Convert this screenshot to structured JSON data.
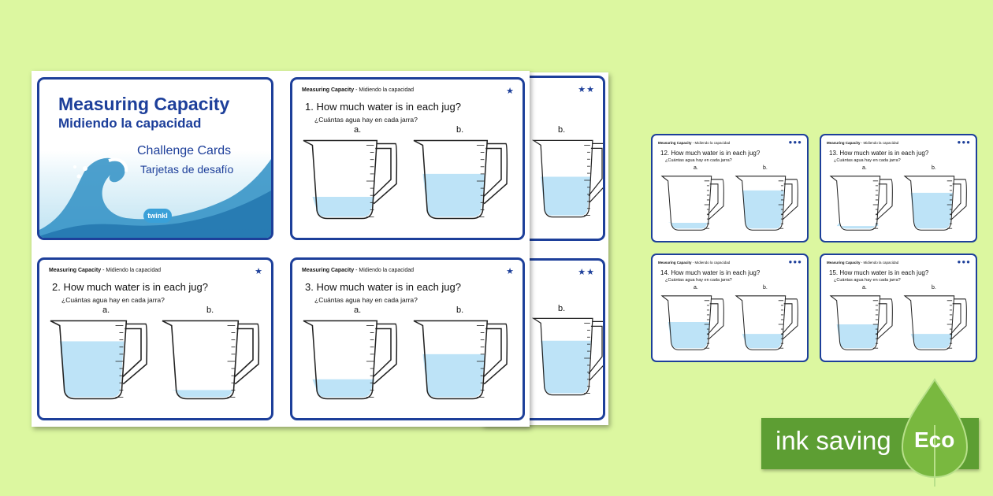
{
  "colors": {
    "background": "#dcf7a0",
    "border": "#1d3f9a",
    "water": "#bde3f7",
    "banner": "#5d9e33"
  },
  "title_card": {
    "title": "Measuring Capacity",
    "subtitle": "Midiendo la capacidad",
    "line3": "Challenge Cards",
    "line4": "Tarjetas de desafío",
    "logo": "twinkl"
  },
  "card_header": {
    "bold": "Measuring Capacity",
    "rest": " - Midiendo la capacidad"
  },
  "q_es": "¿Cuántas agua hay en cada jarra?",
  "label_a": "a.",
  "label_b": "b.",
  "cards": [
    {
      "question": "1.  How much water is in each jug?",
      "stars": "★"
    },
    {
      "question": "2.  How much water is in each jug?",
      "stars": "★"
    },
    {
      "question": "3.  How much water is in each jug?",
      "stars": "★"
    },
    {
      "question": "12. How much water is in each jug?",
      "stars": "●●●"
    },
    {
      "question": "13. How much water is in each jug?",
      "stars": "●●●"
    },
    {
      "question": "14. How much water is in each jug?",
      "stars": "●●●"
    },
    {
      "question": "15. How much water is in each jug?",
      "stars": "●●●"
    }
  ],
  "back_stars": "★★",
  "back_label_b": "b.",
  "banner": {
    "text": "ink saving",
    "eco": "Eco"
  }
}
